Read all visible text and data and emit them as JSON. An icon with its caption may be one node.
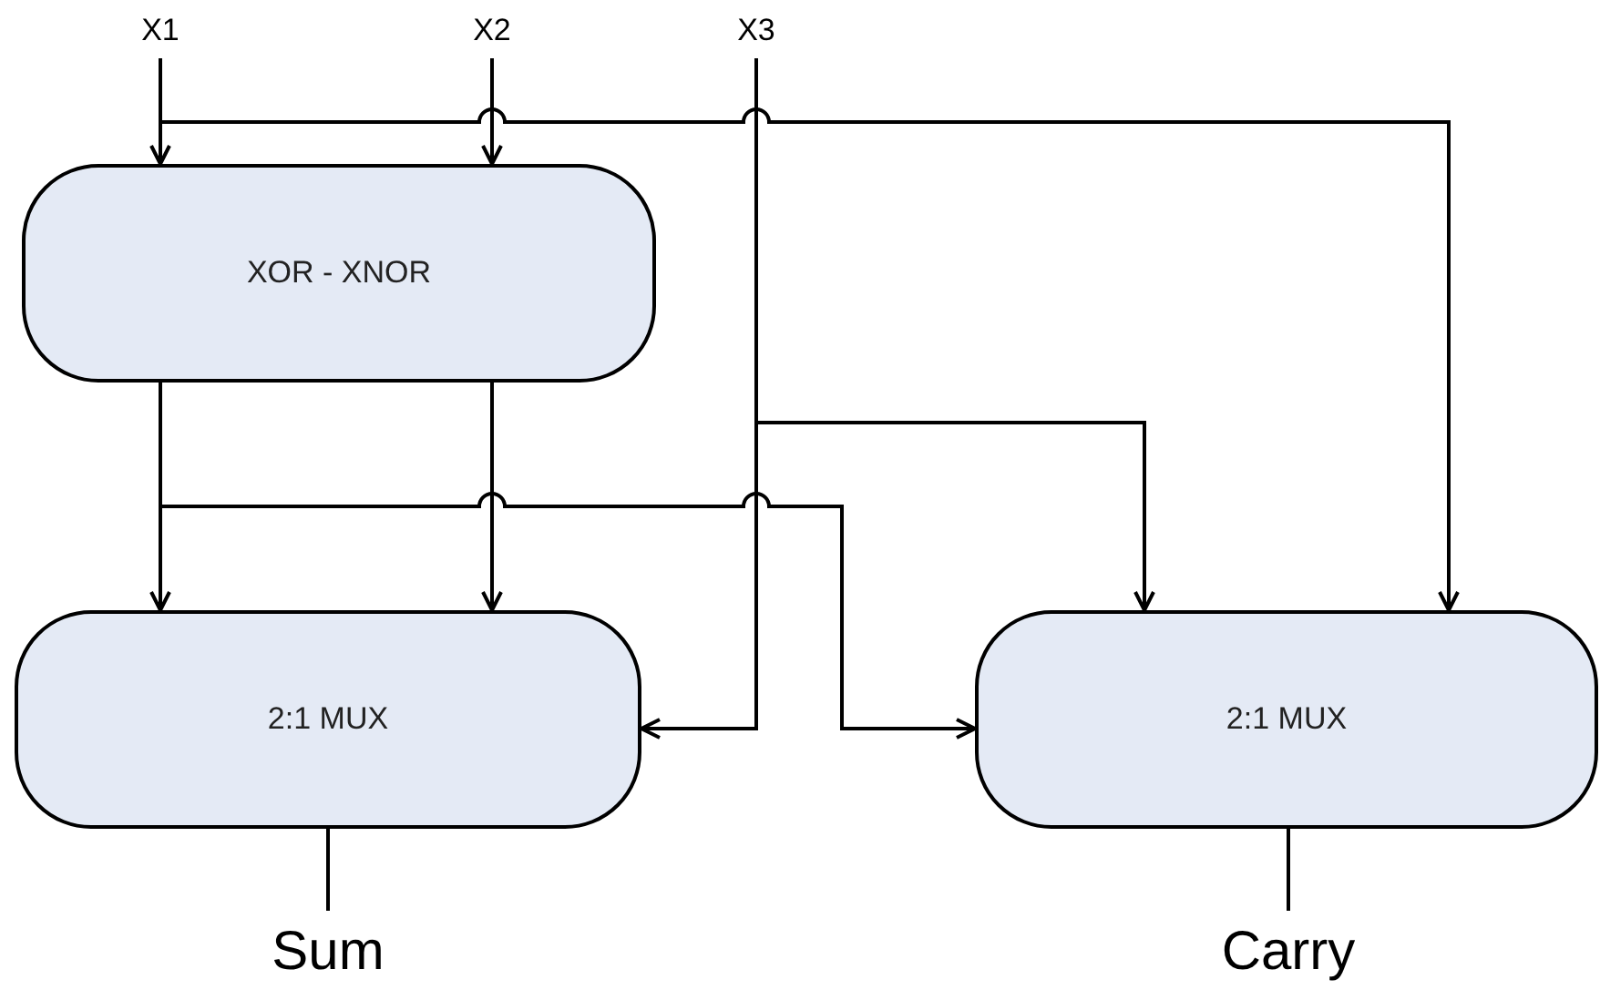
{
  "diagram": {
    "nodes": [
      {
        "text": [
          "X1"
        ]
      },
      {
        "text": [
          "X2"
        ]
      },
      {
        "text": [
          "X3"
        ]
      },
      {
        "text": [
          "XOR - XNOR"
        ]
      },
      {
        "text": [
          "2:1 MUX"
        ]
      },
      {
        "text": [
          "2:1 MUX"
        ]
      },
      {
        "text": [
          "Sum"
        ]
      },
      {
        "text": [
          "Carry"
        ]
      }
    ],
    "edges": [
      {
        "from": 0,
        "to": 3,
        "arrow": "to"
      },
      {
        "from": 1,
        "to": 3,
        "arrow": "to"
      },
      {
        "from": 0,
        "to": 5,
        "arrow": "to"
      },
      {
        "from": 2,
        "to": 4,
        "arrow": "to"
      },
      {
        "from": 2,
        "to": 5,
        "arrow": "to"
      },
      {
        "from": 3,
        "to": 4,
        "arrow": "to"
      },
      {
        "from": 3,
        "to": 4,
        "arrow": "to"
      },
      {
        "from": 3,
        "to": 5,
        "arrow": "to"
      },
      {
        "from": 4,
        "to": 6,
        "arrow": "none"
      },
      {
        "from": 5,
        "to": 7,
        "arrow": "none"
      }
    ]
  }
}
